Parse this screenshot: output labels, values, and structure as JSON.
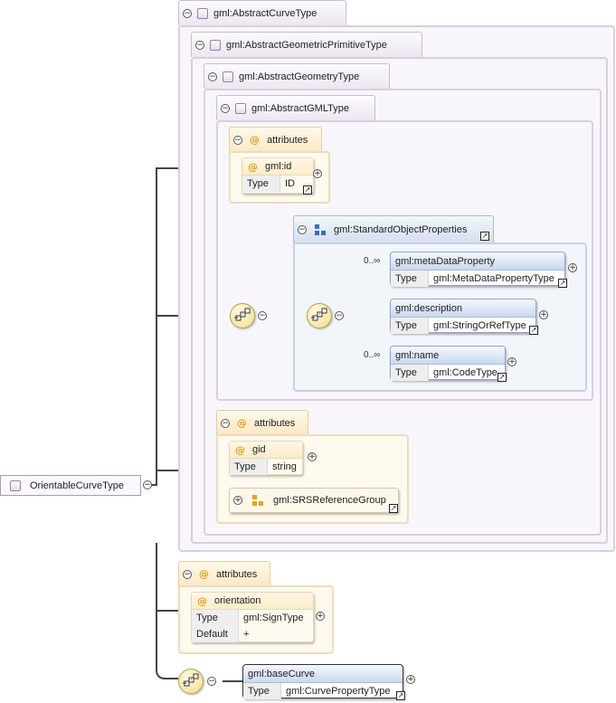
{
  "root": {
    "label": "OrientableCurveType"
  },
  "types": {
    "abstract_curve": "gml:AbstractCurveType",
    "abstract_geometric_primitive": "gml:AbstractGeometricPrimitiveType",
    "abstract_geometry": "gml:AbstractGeometryType",
    "abstract_gml": "gml:AbstractGMLType"
  },
  "attributes_label": "attributes",
  "type_key": "Type",
  "default_key": "Default",
  "gml_attrs": {
    "id": {
      "name": "gml:id",
      "type": "ID"
    }
  },
  "standard_group": {
    "label": "gml:StandardObjectProperties",
    "elements": [
      {
        "name": "gml:metaDataProperty",
        "type": "gml:MetaDataPropertyType",
        "cardinality": "0..∞"
      },
      {
        "name": "gml:description",
        "type": "gml:StringOrRefType",
        "cardinality": ""
      },
      {
        "name": "gml:name",
        "type": "gml:CodeType",
        "cardinality": "0..∞"
      }
    ]
  },
  "geometry_attrs": {
    "gid": {
      "name": "gid",
      "type": "string"
    },
    "srs_group": "gml:SRSReferenceGroup"
  },
  "curve_attrs": {
    "orientation": {
      "name": "orientation",
      "type": "gml:SignType",
      "default": "+"
    }
  },
  "base_curve": {
    "name": "gml:baseCurve",
    "type": "gml:CurvePropertyType"
  },
  "glyphs": {
    "collapse": "−",
    "expand": "+",
    "attr": "@",
    "link": "↗"
  },
  "colors": {
    "type_frame": "#d9cfe0",
    "attr_frame": "#ecdcbf",
    "element_head": "#c9d8f0",
    "connector": "#444444"
  }
}
